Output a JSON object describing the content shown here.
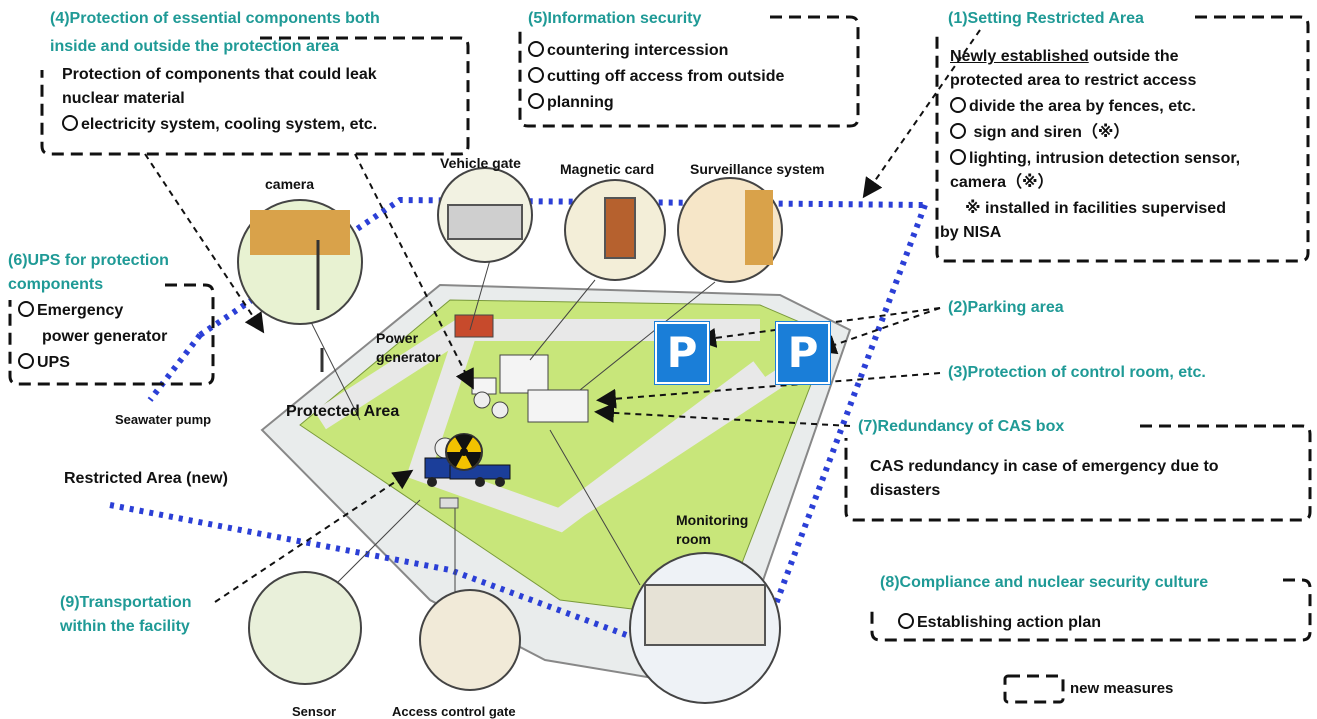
{
  "boxes": {
    "b4": {
      "title_l1": "(4)Protection of essential components both",
      "title_l2": "inside and outside the protection area",
      "line1": "Protection of components that could leak",
      "line2": "nuclear material",
      "item1": "electricity system, cooling system, etc."
    },
    "b5": {
      "title": "(5)Information security",
      "item1": "countering intercession",
      "item2": "cutting off access from outside",
      "item3": "planning"
    },
    "b1": {
      "title": "(1)Setting Restricted Area",
      "lead_underlined": "Newly established",
      "lead_rest": " outside the",
      "line2": "protected area to restrict access",
      "item1": "divide the area by fences, etc.",
      "item2": " sign and siren（※）",
      "item3": "lighting, intrusion detection sensor,",
      "item3b": "camera（※）",
      "note1": "※ installed in facilities supervised",
      "note2": "by NISA"
    },
    "b6": {
      "title_l1": "(6)UPS for protection",
      "title_l2": "components",
      "item1": "Emergency",
      "item1b": "power generator",
      "item2": "UPS"
    },
    "b2": {
      "title": "(2)Parking area"
    },
    "b3": {
      "title": "(3)Protection of control room, etc."
    },
    "b7": {
      "title": "(7)Redundancy of CAS box",
      "line1": "CAS redundancy in case of emergency due to",
      "line2": "disasters"
    },
    "b8": {
      "title": "(8)Compliance and nuclear security culture",
      "item1": "Establishing action plan"
    },
    "b9": {
      "title_l1": "(9)Transportation",
      "title_l2": "within the facility"
    }
  },
  "labels": {
    "camera": "camera",
    "vehicle_gate": "Vehicle gate",
    "magnetic_card": "Magnetic card",
    "surveillance": "Surveillance system",
    "power_gen_l1": "Power",
    "power_gen_l2": "generator",
    "protected_area": "Protected Area",
    "seawater_pump": "Seawater pump",
    "restricted_area": "Restricted Area (new)",
    "monitoring_l1": "Monitoring",
    "monitoring_l2": "room",
    "sensor": "Sensor",
    "access_gate": "Access control gate",
    "parking_symbol": "P"
  },
  "legend": {
    "text": "new measures"
  },
  "colors": {
    "teal": "#1f9a96",
    "grass": "#c8e67a",
    "fence_blue": "#2b3fd6",
    "parking_blue": "#1a7ed8"
  }
}
